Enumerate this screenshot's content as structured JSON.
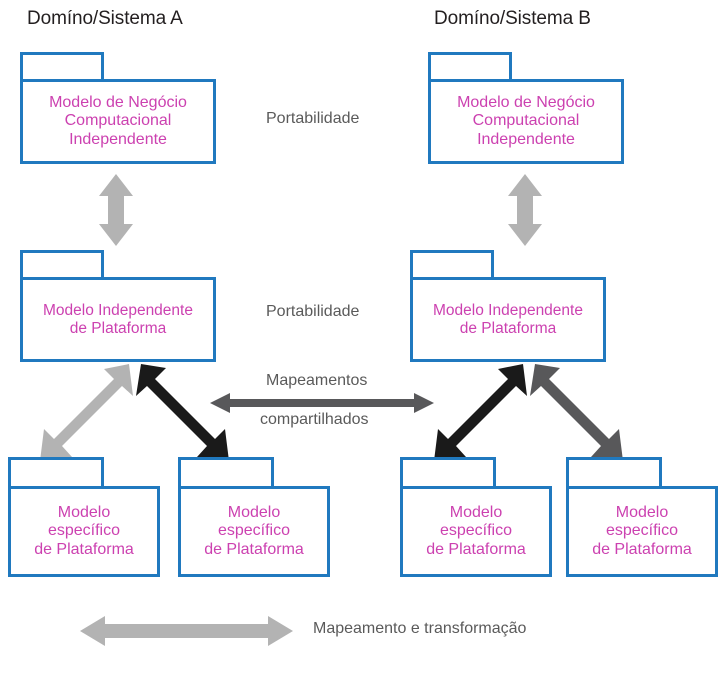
{
  "figure": {
    "title_left": "Domíno/Sistema A",
    "title_right": "Domíno/Sistema B"
  },
  "colors": {
    "package_border": "#2079bf",
    "package_text": "#cc41b0",
    "heading_text": "#231f20",
    "caption_text": "#5a5a5a",
    "arrow_light_gray": "#b3b3b3",
    "arrow_mid_gray": "#58585a",
    "arrow_dark": "#1a1a1a",
    "background": "#ffffff"
  },
  "packages": {
    "cim_a": {
      "label": "Modelo de Negócio\nComputacional\nIndependente"
    },
    "cim_b": {
      "label": "Modelo de Negócio\nComputacional\nIndependente"
    },
    "pim_a": {
      "label": "Modelo Independente\nde Plataforma"
    },
    "pim_b": {
      "label": "Modelo Independente\nde Plataforma"
    },
    "psm_a1": {
      "label": "Modelo\nespecífico\nde Plataforma"
    },
    "psm_a2": {
      "label": "Modelo\nespecífico\nde Plataforma"
    },
    "psm_b1": {
      "label": "Modelo\nespecífico\nde Plataforma"
    },
    "psm_b2": {
      "label": "Modelo\nespecífico\nde Plataforma"
    }
  },
  "captions": {
    "portability_top": "Portabilidade",
    "portability_middle": "Portabilidade",
    "shared_mappings_line1": "Mapeamentos",
    "shared_mappings_line2": "compartilhados",
    "mapping_transformation": "Mapeamento e transformação"
  },
  "arrows": {
    "cim_pim_a": {
      "name": "vertical-double-arrow-left",
      "color": "#b3b3b3"
    },
    "cim_pim_b": {
      "name": "vertical-double-arrow-right",
      "color": "#b3b3b3"
    },
    "pim_psm_a1": {
      "name": "diagonal-double-arrow-a1",
      "color": "#b3b3b3"
    },
    "pim_psm_a2": {
      "name": "diagonal-double-arrow-a2",
      "color": "#1a1a1a"
    },
    "pim_psm_b1": {
      "name": "diagonal-double-arrow-b1",
      "color": "#1a1a1a"
    },
    "pim_psm_b2": {
      "name": "diagonal-double-arrow-b2",
      "color": "#58585a"
    },
    "shared": {
      "name": "horizontal-double-arrow-shared",
      "color": "#58585a"
    },
    "bottom": {
      "name": "horizontal-double-arrow-bottom",
      "color": "#b3b3b3"
    }
  }
}
